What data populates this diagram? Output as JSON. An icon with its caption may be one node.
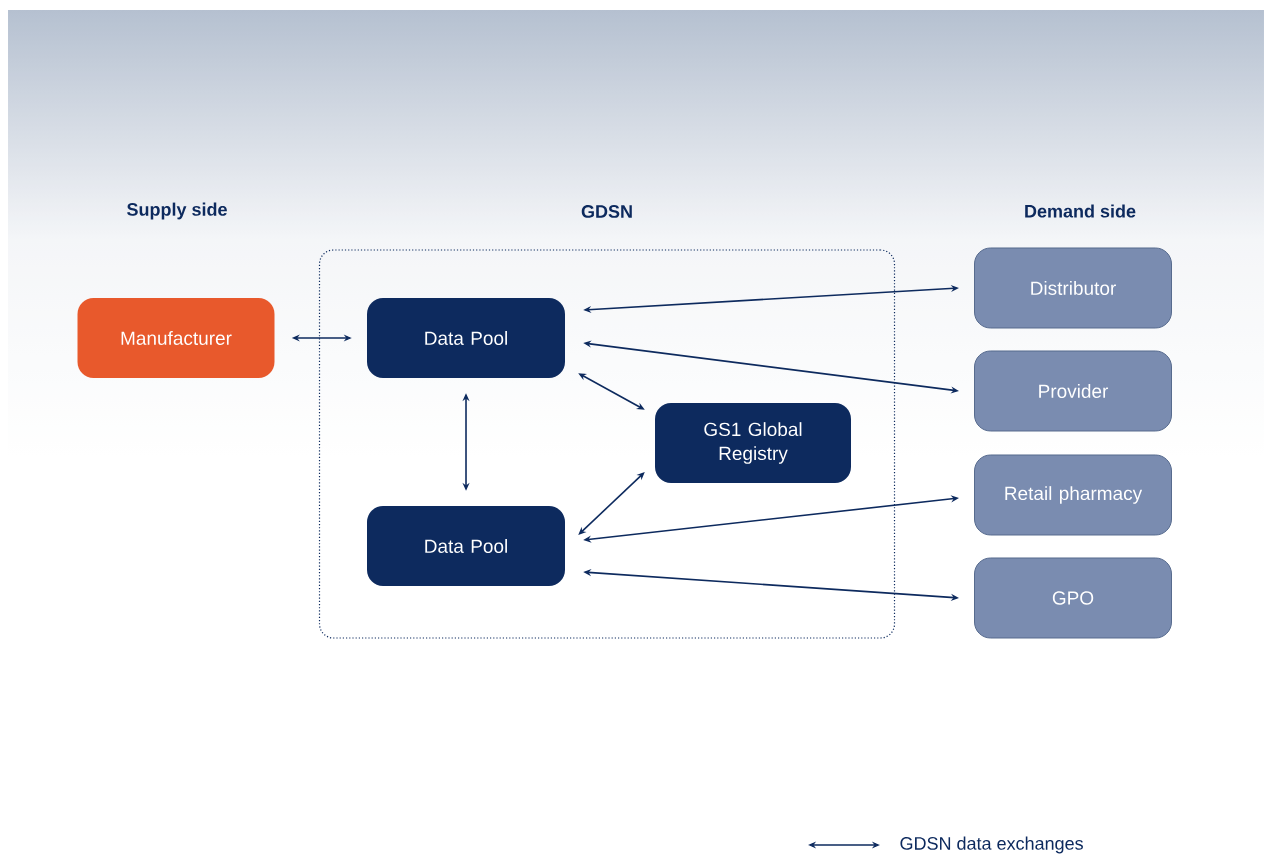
{
  "diagram": {
    "nodes": [
      {
        "text": [
          "Manufacturer"
        ]
      },
      {
        "text": [
          "GDSN"
        ]
      },
      {
        "text": [
          "Data Pool"
        ],
        "in": 1
      },
      {
        "text": [
          "GS1 Global Registry"
        ],
        "in": 1
      },
      {
        "text": [
          "Data Pool"
        ],
        "in": 1
      },
      {
        "text": [
          "Distributor"
        ]
      },
      {
        "text": [
          "Provider"
        ]
      },
      {
        "text": [
          "Retail pharmacy"
        ]
      },
      {
        "text": [
          "GPO"
        ]
      }
    ],
    "edges": [
      {
        "from": 0,
        "to": 2,
        "arrow": "both"
      },
      {
        "from": 2,
        "to": 5,
        "arrow": "both"
      },
      {
        "from": 2,
        "to": 6,
        "arrow": "both"
      },
      {
        "from": 2,
        "to": 3,
        "arrow": "both"
      },
      {
        "from": 2,
        "to": 4,
        "arrow": "both"
      },
      {
        "from": 4,
        "to": 3,
        "arrow": "both"
      },
      {
        "from": 4,
        "to": 7,
        "arrow": "both"
      },
      {
        "from": 4,
        "to": 8,
        "arrow": "both"
      }
    ],
    "labels": [
      "Supply side",
      "Demand side"
    ],
    "legend": [
      {
        "text": "GDSN data exchanges"
      }
    ]
  }
}
